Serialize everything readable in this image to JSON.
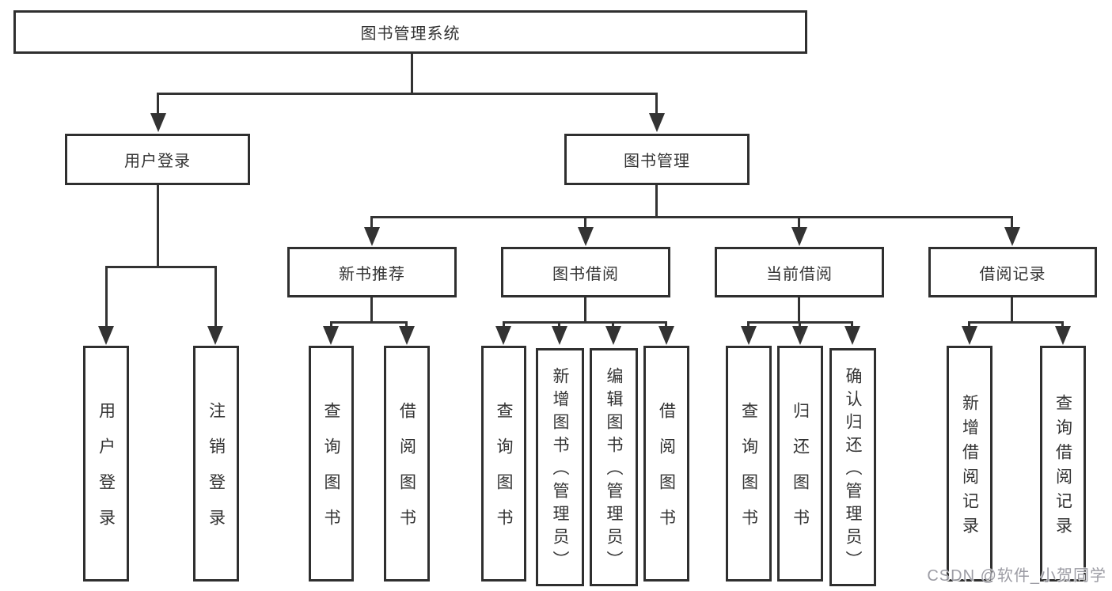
{
  "diagram": {
    "root": {
      "label": "图书管理系统"
    },
    "level1": [
      {
        "label": "用户登录"
      },
      {
        "label": "图书管理"
      }
    ],
    "level2": [
      {
        "label": "新书推荐"
      },
      {
        "label": "图书借阅"
      },
      {
        "label": "当前借阅"
      },
      {
        "label": "借阅记录"
      }
    ],
    "leaves": {
      "login": [
        {
          "label": "用户登录"
        },
        {
          "label": "注销登录"
        }
      ],
      "recommend": [
        {
          "label": "查询图书"
        },
        {
          "label": "借阅图书"
        }
      ],
      "borrow": [
        {
          "label": "查询图书"
        },
        {
          "label": "新增图书（管理员）"
        },
        {
          "label": "编辑图书（管理员）"
        },
        {
          "label": "借阅图书"
        }
      ],
      "current": [
        {
          "label": "查询图书"
        },
        {
          "label": "归还图书"
        },
        {
          "label": "确认归还（管理员）"
        }
      ],
      "record": [
        {
          "label": "新增借阅记录"
        },
        {
          "label": "查询借阅记录"
        }
      ]
    },
    "watermark": {
      "text": "CSDN @软件_小贺同学"
    },
    "colors": {
      "line": "#333333",
      "text": "#333333",
      "box_background": "#ffffff",
      "watermark": "#94949c",
      "background": "#ffffff"
    }
  }
}
